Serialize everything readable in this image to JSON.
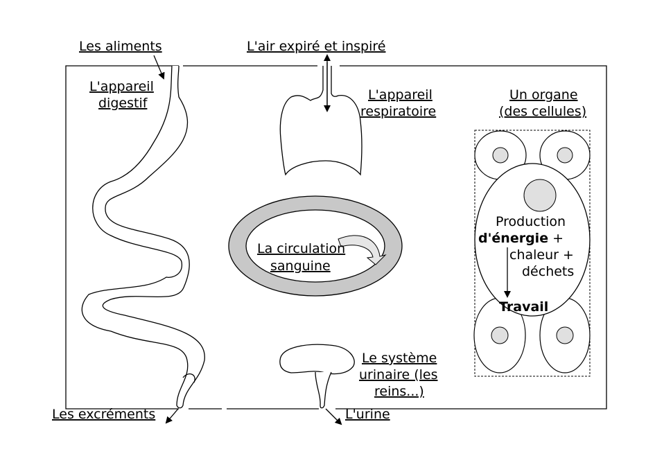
{
  "labels": {
    "aliments": "Les aliments",
    "air": "L'air expiré et inspiré",
    "digestif_line1": "L'appareil",
    "digestif_line2": "digestif",
    "respiratoire_line1": "L'appareil",
    "respiratoire_line2": "respiratoire",
    "organe_line1": "Un organe",
    "organe_line2": "(des cellules)",
    "circulation_line1": "La circulation",
    "circulation_line2": "sanguine",
    "urinaire_line1": "Le système",
    "urinaire_line2": "urinaire (les",
    "urinaire_line3": "reins...)",
    "excrements": "Les excréments",
    "urine": "L'urine"
  },
  "cell": {
    "production": "Production",
    "energie": "d'énergie",
    "plus1": " +",
    "chaleur": "chaleur +",
    "dechets": "déchets",
    "travail": "Travail"
  },
  "colors": {
    "stroke": "#000000",
    "circulation_ring": "#c8c8c8",
    "nucleus": "#e0e0e0",
    "arrow_fill": "#e6e6e6"
  }
}
